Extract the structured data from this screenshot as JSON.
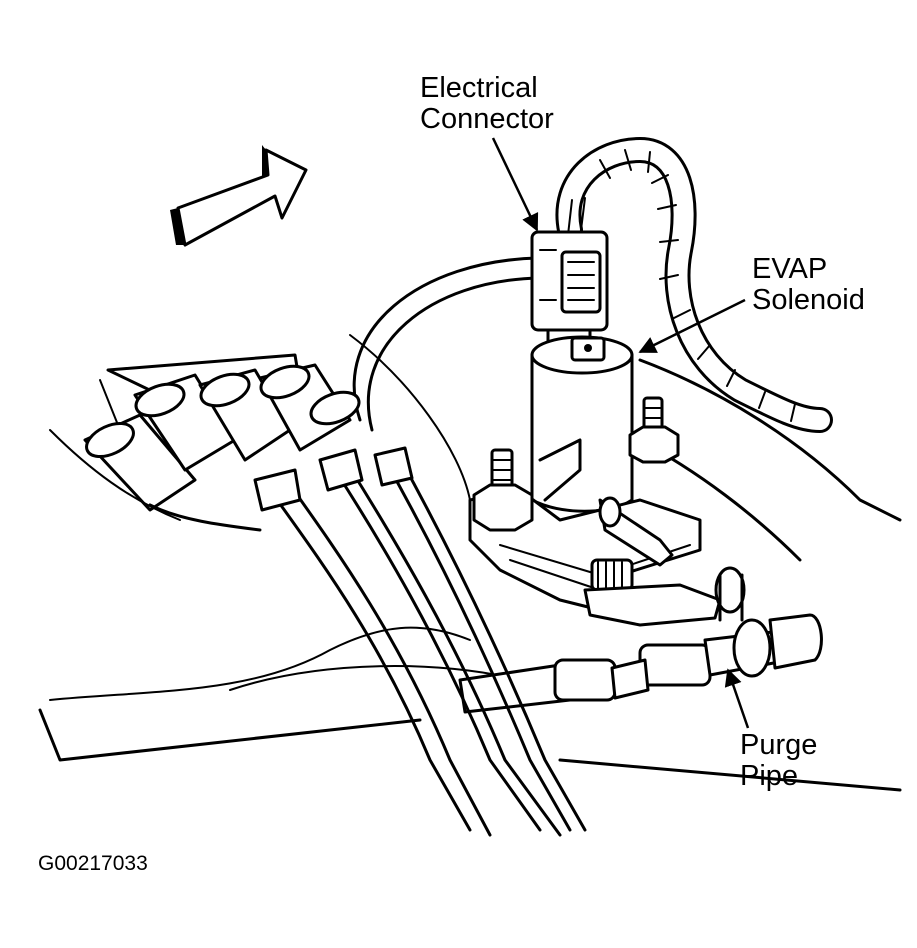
{
  "labels": {
    "electrical_connector": [
      "Electrical",
      "Connector"
    ],
    "evap_solenoid": [
      "EVAP",
      "Solenoid"
    ],
    "purge_pipe": [
      "Purge",
      "Pipe"
    ],
    "figure_id": "G00217033"
  },
  "colors": {
    "ink": "#000000",
    "paper": "#ffffff"
  }
}
